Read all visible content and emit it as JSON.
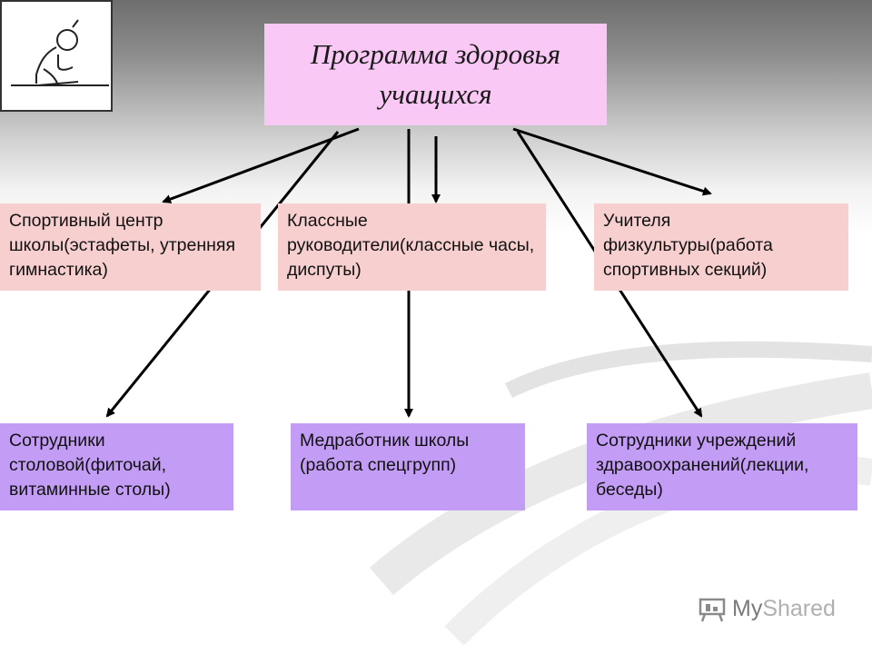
{
  "title": "Программа здоровья учащихся",
  "top_boxes": [
    {
      "text": "Спортивный центр школы(эстафеты, утренняя гимнастика)"
    },
    {
      "text": "Классные руководители(классные часы, диспуты)"
    },
    {
      "text": "Учителя физкультуры(работа спортивных секций)"
    }
  ],
  "bottom_boxes": [
    {
      "text": "Сотрудники столовой(фиточай, витаминные столы)"
    },
    {
      "text": "Медработник школы (работа спецгрупп)"
    },
    {
      "text": "Сотрудники учреждений здравоохранений(лекции, беседы)"
    }
  ],
  "watermark": {
    "my": "My",
    "shared": "Shared"
  },
  "colors": {
    "pink_box": "#f8cfcf",
    "violet_box": "#c39cf5",
    "title_box": "#f9c8f5"
  }
}
